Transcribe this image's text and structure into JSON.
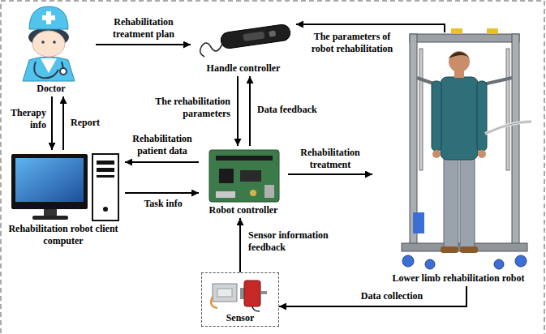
{
  "diagram": {
    "nodes": [
      {
        "text": [
          "Doctor"
        ]
      },
      {
        "text": [
          "Handle controller"
        ]
      },
      {
        "text": [
          "Rehabilitation robot client computer"
        ]
      },
      {
        "text": [
          "Robot controller"
        ]
      },
      {
        "text": [
          "Lower limb rehabilitation robot"
        ]
      },
      {
        "text": [
          "Sensor"
        ]
      }
    ],
    "edges": [
      {
        "from": 0,
        "to": 1,
        "label": "Rehabilitation treatment plan",
        "arrow": "to"
      },
      {
        "from": 4,
        "to": 1,
        "label": "The parameters of robot rehabilitation",
        "arrow": "to"
      },
      {
        "from": 1,
        "to": 3,
        "label": "The rehabilitation parameters",
        "arrow": "to"
      },
      {
        "from": 3,
        "to": 1,
        "label": "Data feedback",
        "arrow": "to"
      },
      {
        "from": 0,
        "to": 2,
        "label": "Therapy info",
        "arrow": "to"
      },
      {
        "from": 2,
        "to": 0,
        "label": "Report",
        "arrow": "to"
      },
      {
        "from": 3,
        "to": 2,
        "label": "Rehabilitation patient data",
        "arrow": "to"
      },
      {
        "from": 2,
        "to": 3,
        "label": "Task info",
        "arrow": "to"
      },
      {
        "from": 3,
        "to": 4,
        "label": "Rehabilitation treatment",
        "arrow": "to"
      },
      {
        "from": 5,
        "to": 3,
        "label": "Sensor information feedback",
        "arrow": "to"
      },
      {
        "from": 4,
        "to": 5,
        "label": "Data collection",
        "arrow": "to"
      }
    ]
  }
}
